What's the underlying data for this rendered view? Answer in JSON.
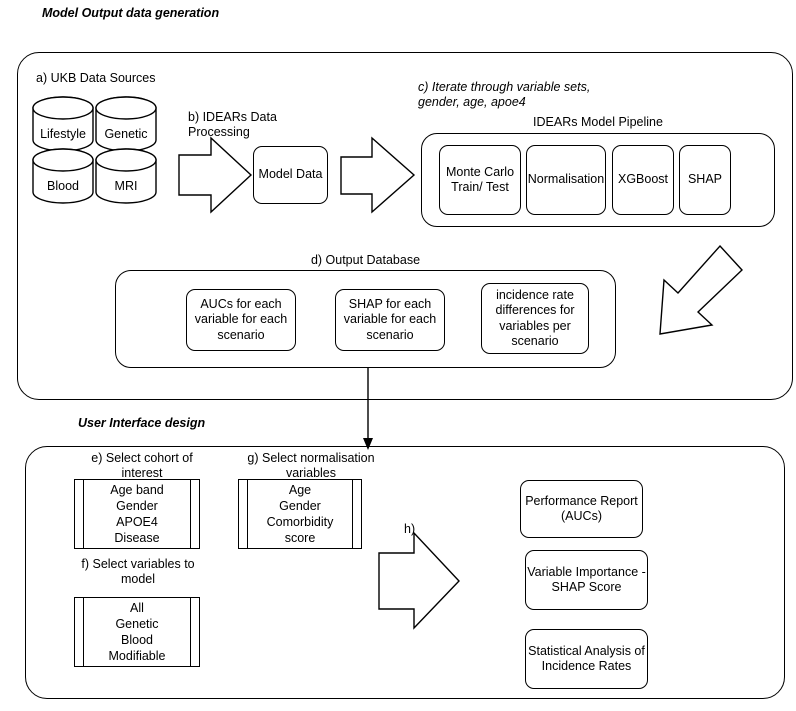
{
  "figure": {
    "section_titles": {
      "top": "Model Output data generation",
      "bottom": "User Interface design"
    }
  },
  "top_section": {
    "a_label": "a) UKB Data Sources",
    "data_sources": [
      {
        "name": "Lifestyle"
      },
      {
        "name": "Genetic"
      },
      {
        "name": "Blood"
      },
      {
        "name": "MRI"
      }
    ],
    "b_label": "b) IDEARs Data\n   Processing",
    "model_data_box": "Model Data",
    "c_label": "c) Iterate through variable sets,\ngender, age, apoe4",
    "pipeline_title": "IDEARs Model Pipeline",
    "pipeline_stages": [
      {
        "label": "Monte Carlo\nTrain/ Test"
      },
      {
        "label": "Normalisation"
      },
      {
        "label": "XGBoost"
      },
      {
        "label": "SHAP"
      }
    ],
    "d_label": "d) Output Database",
    "database_outputs": [
      {
        "label": "AUCs for each\nvariable for each\nscenario"
      },
      {
        "label": "SHAP for each\nvariable for each\nscenario"
      },
      {
        "label": "incidence rate\ndifferences for\nvariables per\nscenario"
      }
    ]
  },
  "bottom_section": {
    "e_label": "e) Select cohort of\ninterest",
    "e_options": [
      "Age band",
      "Gender",
      "APOE4",
      "Disease"
    ],
    "f_label": "f) Select variables to\nmodel",
    "f_options": [
      "All",
      "Genetic",
      "Blood",
      "Modifiable"
    ],
    "g_label": "g) Select normalisation\nvariables",
    "g_options": [
      "Age",
      "Gender",
      "Comorbidity",
      "score"
    ],
    "h_label": "h)",
    "outputs": [
      {
        "label": "Performance Report\n(AUCs)"
      },
      {
        "label": "Variable Importance -\nSHAP Score"
      },
      {
        "label": "Statistical Analysis of\nIncidence Rates"
      }
    ]
  },
  "colors": {
    "stroke": "#000000",
    "background": "#ffffff"
  }
}
